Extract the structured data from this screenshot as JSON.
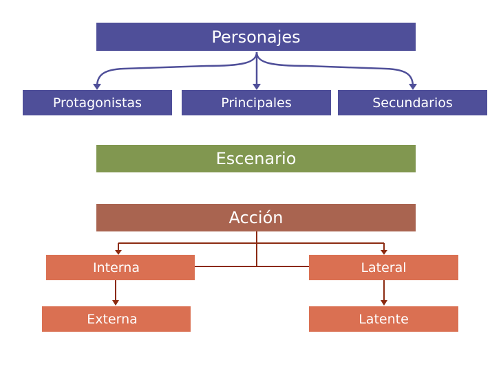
{
  "personajes": {
    "label": "Personajes",
    "color": "#4f4f99",
    "children": [
      {
        "label": "Protagonistas"
      },
      {
        "label": "Principales"
      },
      {
        "label": "Secundarios"
      }
    ]
  },
  "escenario": {
    "label": "Escenario",
    "color": "#819750"
  },
  "accion": {
    "label": "Acción",
    "color": "#a96450",
    "child_color": "#da7052",
    "connector_color": "#8b2a10",
    "children": [
      {
        "label": "Interna"
      },
      {
        "label": "Lateral"
      },
      {
        "label": "Externa"
      },
      {
        "label": "Latente"
      }
    ]
  }
}
